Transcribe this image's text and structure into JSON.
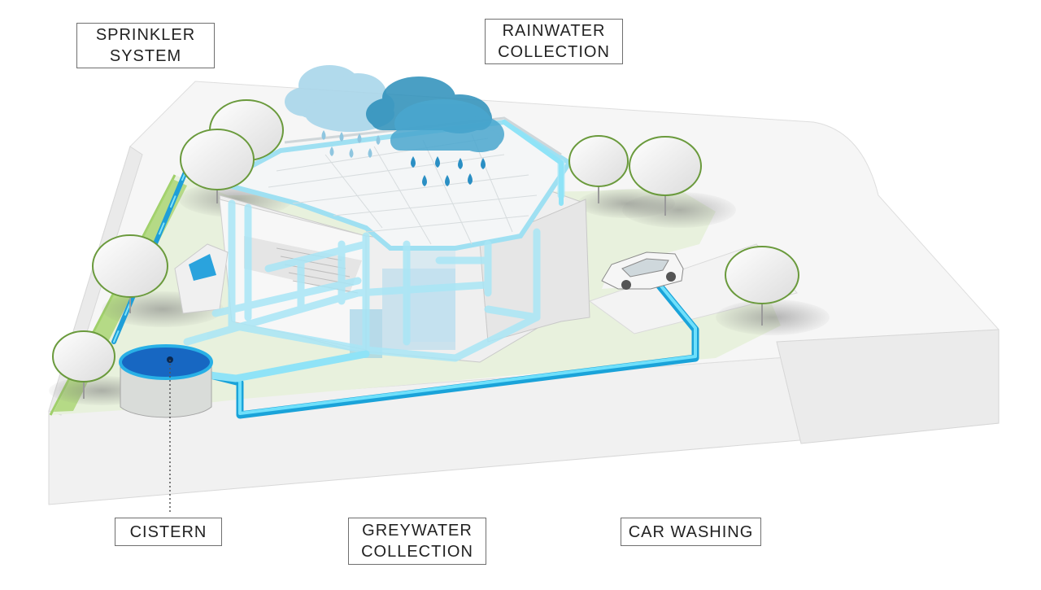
{
  "labels": {
    "sprinkler": [
      "SPRINKLER",
      "SYSTEM"
    ],
    "rainwater": [
      "RAINWATER",
      "COLLECTION"
    ],
    "cistern": [
      "CISTERN"
    ],
    "greywater": [
      "GREYWATER",
      "COLLECTION"
    ],
    "car_washing": [
      "CAR WASHING"
    ]
  },
  "colors": {
    "pipe": "#4fd0f0",
    "pipe_dark": "#2aaee0",
    "pipe_light": "#bdeefa",
    "cloud_dark": "#2b91bd",
    "cloud_light": "#a9d6ea",
    "water": "#1a6fc4",
    "grass": "#e9f2df",
    "grass_edge": "#c5dfae",
    "tree_outline": "#6a9a3c",
    "ground": "#f4f4f4"
  }
}
